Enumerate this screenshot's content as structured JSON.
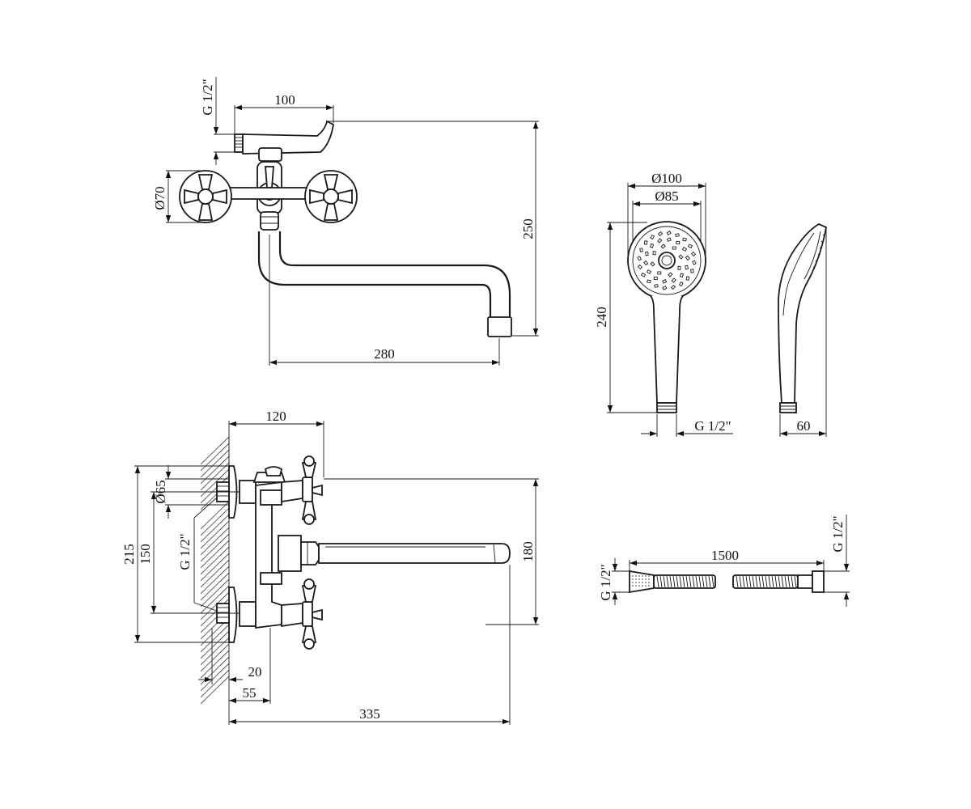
{
  "dimensions": {
    "front_spout_width": "100",
    "front_thread": "G 1/2\"",
    "front_flange_dia": "Ø70",
    "front_height": "250",
    "front_spout_reach": "280",
    "shower_outer_dia": "Ø100",
    "shower_face_dia": "Ø85",
    "shower_length": "240",
    "shower_thread": "G 1/2\"",
    "shower_side_width": "60",
    "side_top_width": "120",
    "side_flange_dia": "Ø65",
    "side_thread": "G 1/2\"",
    "side_total_height": "215",
    "side_center_height": "150",
    "side_spout_height": "180",
    "side_wall_offset_20": "20",
    "side_wall_offset_55": "55",
    "side_total_reach": "335",
    "hose_length": "1500",
    "hose_thread_left": "G 1/2\"",
    "hose_thread_right": "G 1/2\""
  }
}
